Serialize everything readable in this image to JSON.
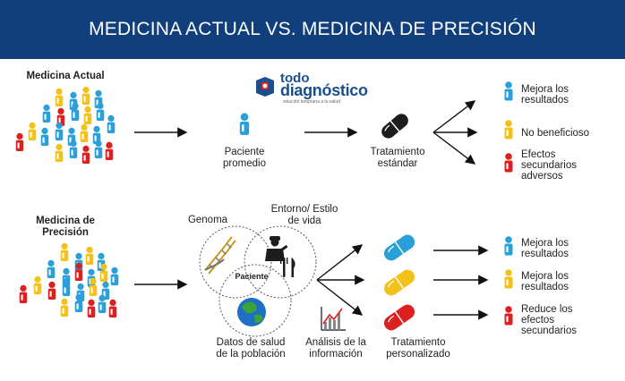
{
  "header": {
    "title": "MEDICINA ACTUAL VS. MEDICINA DE PRECISIÓN"
  },
  "brand": {
    "top": "todo",
    "main": "diagnóstico",
    "tagline": "solución temprana a tu salud"
  },
  "actual": {
    "label": "Medicina Actual",
    "patient": "Paciente promedio",
    "treatment": "Tratamiento estándar",
    "outcomes": [
      {
        "label": "Mejora los resultados",
        "color": "#2a9fd8"
      },
      {
        "label": "No beneficioso",
        "color": "#f3c21a"
      },
      {
        "label": "Efectos secundarios adversos",
        "color": "#dc1f1f"
      }
    ]
  },
  "precision": {
    "label": "Medicina de Precisión",
    "genome": "Genoma",
    "environment": "Entorno/ Estilo de vida",
    "patient": "Paciente",
    "population": "Datos de salud de la población",
    "analysis": "Análisis de la información",
    "treatment": "Tratamiento personalizado",
    "outcomes": [
      {
        "label": "Mejora los resultados",
        "color": "#2a9fd8"
      },
      {
        "label": "Mejora los resultados",
        "color": "#f3c21a"
      },
      {
        "label": "Reduce los efectos secundarios",
        "color": "#dc1f1f"
      }
    ]
  },
  "colors": {
    "banner": "#103f7c",
    "blue": "#2a9fd8",
    "yellow": "#f3c21a",
    "red": "#dc1f1f",
    "dark": "#1d1d1d"
  },
  "icons": [
    "person-icon",
    "pill-icon",
    "dna-icon",
    "chef-icon",
    "fork-knife-icon",
    "globe-icon",
    "chart-icon",
    "logo-icon"
  ]
}
